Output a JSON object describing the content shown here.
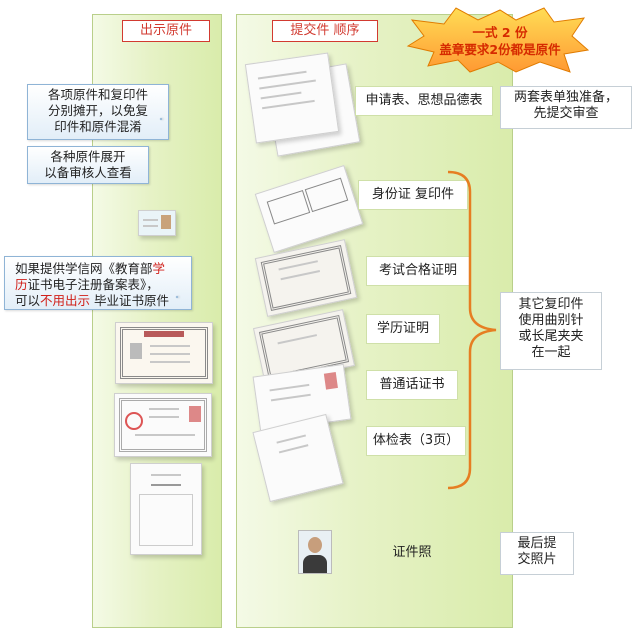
{
  "left_panel": {
    "header": "出示原件"
  },
  "right_panel": {
    "header": "提交件 顺序"
  },
  "burst": {
    "line1": "一式 2 份",
    "line2": "盖章要求2份都是原件"
  },
  "callouts": {
    "originals_separate": "各项原件和复印件\n分别摊开，以免复\n印件和原件混淆",
    "originals_spread": "各种原件展开\n以备审核人查看",
    "chsi_part1": "如果提供学信网《教育部",
    "chsi_red1": "学",
    "chsi_red2": "历",
    "chsi_part2": "证书电子注册备案表》，",
    "chsi_part3": "可以",
    "chsi_red3": "不用出示",
    "chsi_part4": " 毕业证书原件"
  },
  "submission_items": [
    "申请表、思想品德表",
    "身份证 复印件",
    "考试合格证明",
    "学历证明",
    "普通话证书",
    "体检表（3页）",
    "证件照"
  ],
  "notes": {
    "forms_separate": "两套表单独准备，\n先提交审查",
    "copies_clip": "其它复印件\n使用曲别针\n或长尾夹夹\n在一起",
    "photo_last": "最后提\n交照片"
  },
  "colors": {
    "header_red": "#d23a30",
    "bracket": "#e67e22",
    "panel_green": "#d9ecab",
    "burst_orange": "#ff9933"
  }
}
